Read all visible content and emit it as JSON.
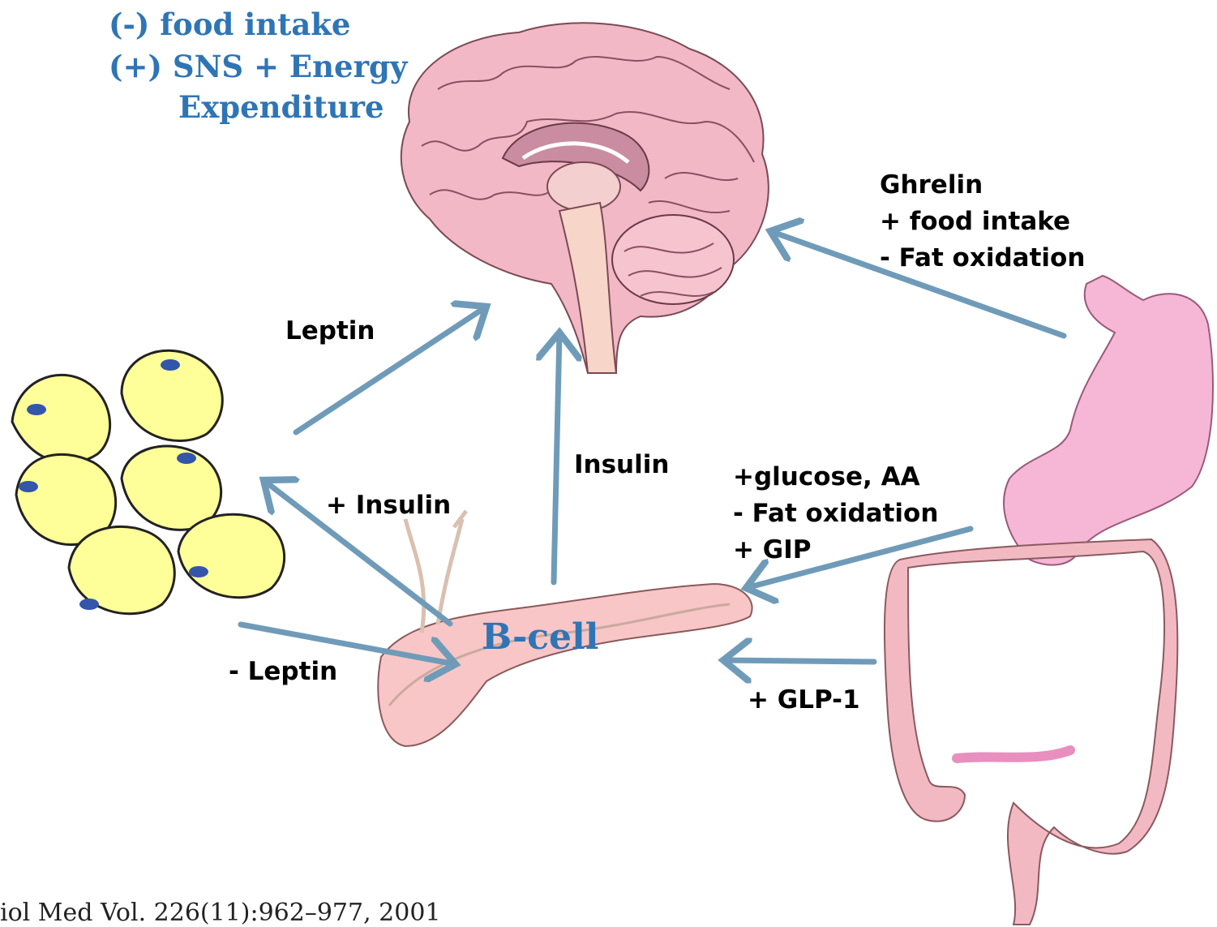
{
  "brain_effects": {
    "line1": "(-) food intake",
    "line2": "(+) SNS + Energy",
    "line3": "Expenditure"
  },
  "ghrelin": {
    "name": "Ghrelin",
    "effect1": "+ food intake",
    "effect2": "- Fat oxidation"
  },
  "labels": {
    "leptin": "Leptin",
    "insulin": "Insulin",
    "plus_insulin": "+ Insulin",
    "minus_leptin": "- Leptin",
    "glp1": "+ GLP-1",
    "bcell": "B-cell"
  },
  "gut_effects": {
    "line1": "+glucose, AA",
    "line2": "- Fat oxidation",
    "line3": "+ GIP"
  },
  "citation": "iol Med Vol. 226(11):962–977, 2001",
  "colors": {
    "arrow": "#6f9bb9",
    "text_blue": "#2e75b6",
    "brain": "#f2b8c6",
    "fat_cell": "#ffff99",
    "stomach": "#f6b6d6",
    "colon": "#f3b9c3",
    "pancreas": "#f8c6c6"
  }
}
